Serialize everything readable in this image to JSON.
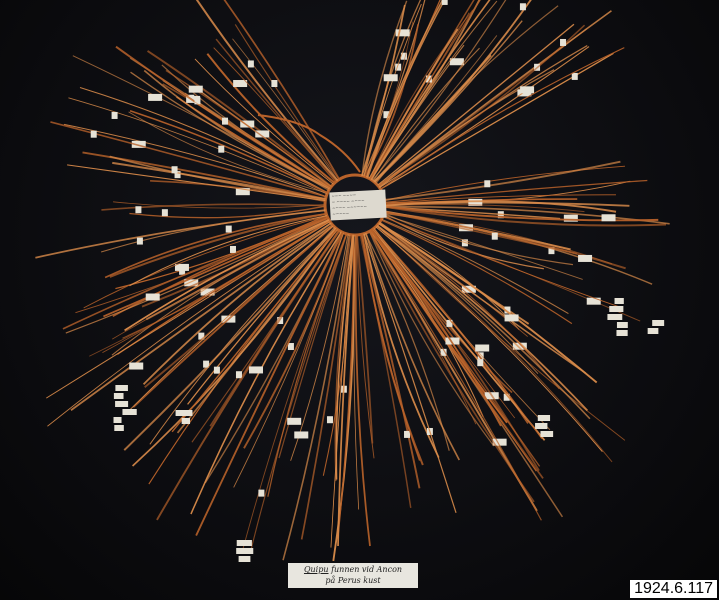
{
  "photo": {
    "subject": "quipu",
    "caption_line1_underlined": "Quipu",
    "caption_line1_rest": "funnen vid Ancon",
    "caption_line2": "på Perus kust",
    "accession_number": "1924.6.117",
    "colors": {
      "background": "#0a0a0c",
      "cord": "#b8622a",
      "cord_light": "#d98b4a",
      "tag": "#e6e2d6"
    }
  }
}
